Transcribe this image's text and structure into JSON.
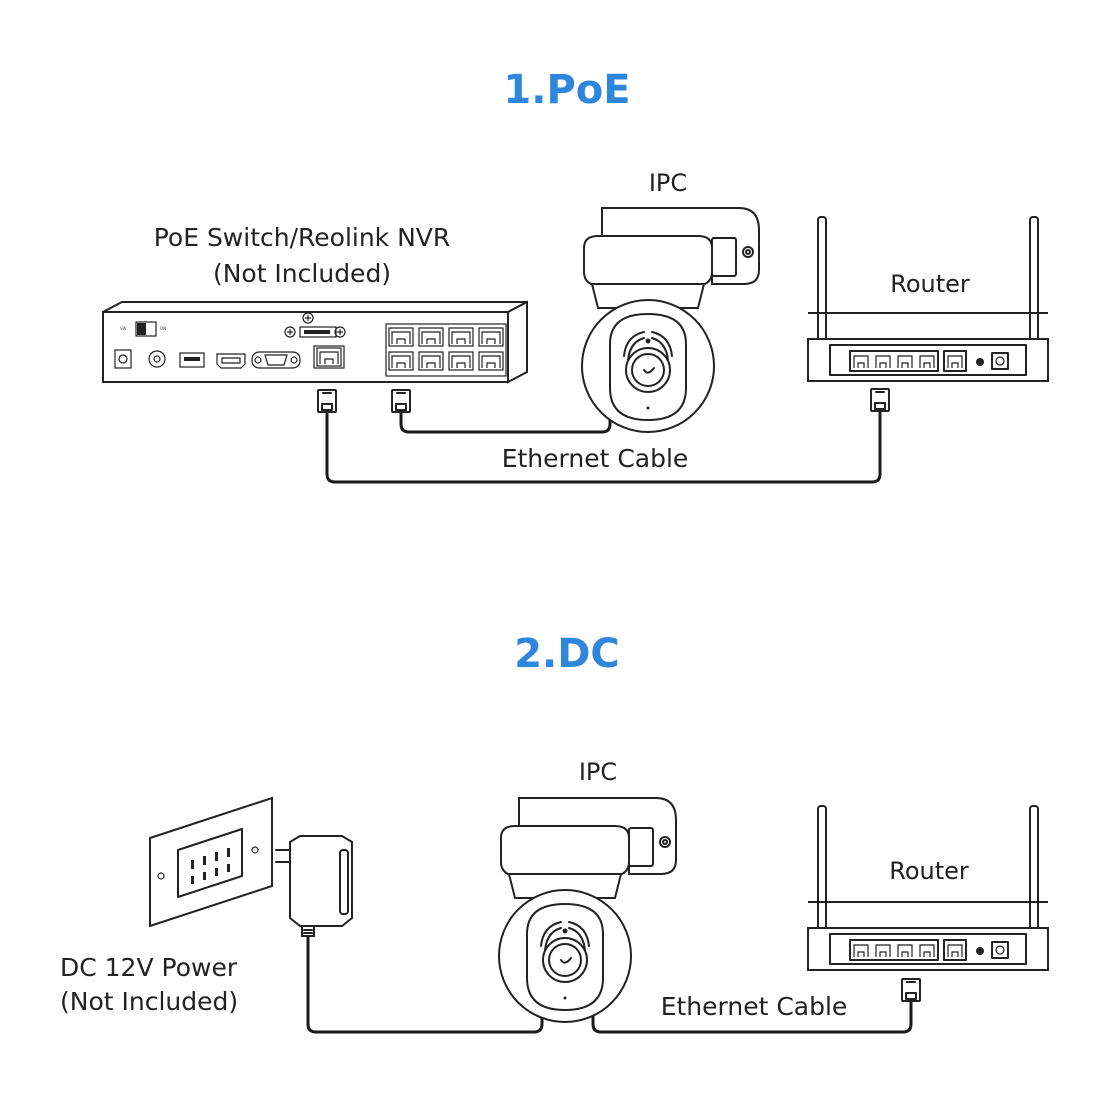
{
  "sections": [
    {
      "title": "1.PoE",
      "ipc_label": "IPC",
      "nvr_label_line1": "PoE Switch/Reolink NVR",
      "nvr_label_line2": "(Not Included)",
      "router_label": "Router",
      "cable_label": "Ethernet Cable"
    },
    {
      "title": "2.DC",
      "ipc_label": "IPC",
      "router_label": "Router",
      "power_label_line1": "DC 12V Power",
      "power_label_line2": "(Not Included)",
      "cable_label": "Ethernet Cable"
    }
  ],
  "colors": {
    "title": "#2f86dd",
    "line": "#222222",
    "cable": "#1a1a1a"
  },
  "icons": [
    "nvr-icon",
    "ptz-camera-icon",
    "router-icon",
    "wall-outlet-icon",
    "power-adapter-icon",
    "rj45-plug-icon"
  ]
}
